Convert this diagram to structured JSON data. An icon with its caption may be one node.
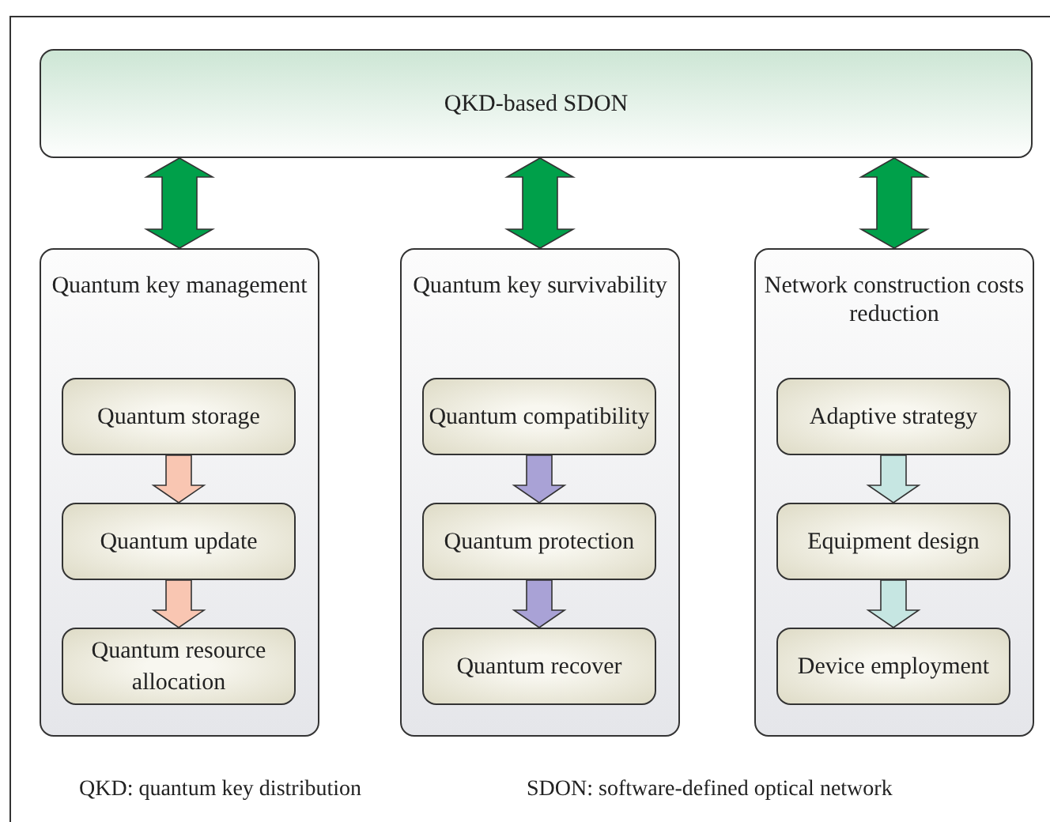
{
  "diagram": {
    "nodes": [
      {
        "text": [
          "QKD-based SDON"
        ]
      },
      {
        "text": [
          "Quantum key management"
        ]
      },
      {
        "text": [
          "Quantum storage"
        ],
        "in": 1
      },
      {
        "text": [
          "Quantum update"
        ],
        "in": 1
      },
      {
        "text": [
          "Quantum resource allocation"
        ],
        "in": 1
      },
      {
        "text": [
          "Quantum key survivability"
        ]
      },
      {
        "text": [
          "Quantum compatibility"
        ],
        "in": 5
      },
      {
        "text": [
          "Quantum protection"
        ],
        "in": 5
      },
      {
        "text": [
          "Quantum recover"
        ],
        "in": 5
      },
      {
        "text": [
          "Network construction costs reduction"
        ]
      },
      {
        "text": [
          "Adaptive strategy"
        ],
        "in": 9
      },
      {
        "text": [
          "Equipment design"
        ],
        "in": 9
      },
      {
        "text": [
          "Device employment"
        ],
        "in": 9
      }
    ],
    "edges": [
      {
        "from": 0,
        "to": 1,
        "arrow": "both",
        "color": "#00a04a"
      },
      {
        "from": 0,
        "to": 5,
        "arrow": "both",
        "color": "#00a04a"
      },
      {
        "from": 0,
        "to": 9,
        "arrow": "both",
        "color": "#00a04a"
      },
      {
        "from": 2,
        "to": 3,
        "arrow": "to",
        "color": "#f9c6b2"
      },
      {
        "from": 3,
        "to": 4,
        "arrow": "to",
        "color": "#f9c6b2"
      },
      {
        "from": 6,
        "to": 7,
        "arrow": "to",
        "color": "#a9a2d6"
      },
      {
        "from": 7,
        "to": 8,
        "arrow": "to",
        "color": "#a9a2d6"
      },
      {
        "from": 10,
        "to": 11,
        "arrow": "to",
        "color": "#c6e6e2"
      },
      {
        "from": 11,
        "to": 12,
        "arrow": "to",
        "color": "#c6e6e2"
      }
    ],
    "labels": [
      "QKD: quantum key distribution",
      "SDON: software-defined optical network"
    ]
  }
}
